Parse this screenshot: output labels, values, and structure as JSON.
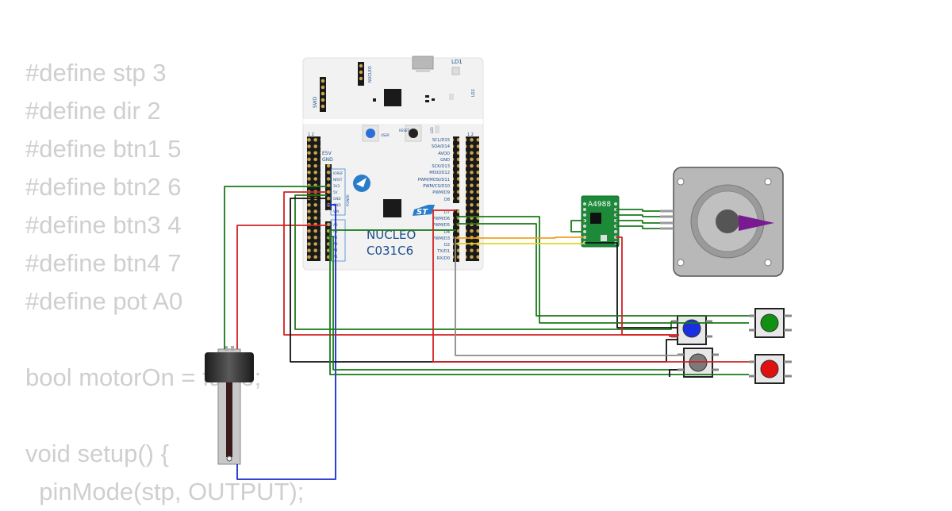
{
  "code_lines": [
    "#define stp 3",
    "#define dir 2",
    "#define btn1 5",
    "#define btn2 6",
    "#define btn3 4",
    "#define btn4 7",
    "#define pot A0",
    "",
    "bool motorOn = false;",
    "",
    "void setup() {",
    "  pinMode(stp, OUTPUT);"
  ],
  "board": {
    "name": "NUCLEO",
    "model": "C031C6",
    "led1_label": "LD1",
    "led2_label": "LD2",
    "swd_label": "SWD",
    "nucleo_small": "NUCLEO",
    "user_label": "USER",
    "reset_label": "RESET",
    "ld3_label": "LD3",
    "header_nums_left": "1  2",
    "header_nums_right": "1  2",
    "e5v": "E5V",
    "gnd_top": "GND",
    "power_label": "POWER",
    "power_pins": [
      "IOREF",
      "NRST",
      "3V3",
      "5V",
      "GND",
      "GND",
      "VIN"
    ],
    "analog_label": "ANALOG",
    "analog_pins": [
      "A0",
      "A1",
      "A2",
      "A3",
      "A4",
      "A5"
    ],
    "right_pins_top": [
      "SCL/D15",
      "SDA/D14",
      "AVDD",
      "GND",
      "SCK/D13",
      "MISO/D12",
      "PWM/MOSI/D11",
      "PWM/CS/D10",
      "PWM/D9",
      "D8"
    ],
    "right_pins_bottom": [
      "D7",
      "PWM/D6",
      "PWM/D5",
      "D4",
      "PWM/D3",
      "D2",
      "TX/D1",
      "RX/D0"
    ]
  },
  "driver": {
    "label": "A4988"
  },
  "colors": {
    "wire_green": "#1a7a1a",
    "wire_red": "#d42020",
    "wire_black": "#111111",
    "wire_blue": "#1a2ad0",
    "wire_gray": "#8a8a8a",
    "wire_orange": "#f0a020",
    "wire_yellow": "#e8d020",
    "board_blue": "#1f4e8c",
    "st_blue": "#2a7dc8",
    "driver_green": "#1d8a3a",
    "motor_shaft_purple": "#7a1a90",
    "btn_blue": "#1a30e0",
    "btn_green": "#129012",
    "btn_gray": "#7a7a7a",
    "btn_red": "#e01010"
  },
  "icons": [
    "st-logo-icon",
    "stm32-logo-icon",
    "usb-connector-icon"
  ]
}
